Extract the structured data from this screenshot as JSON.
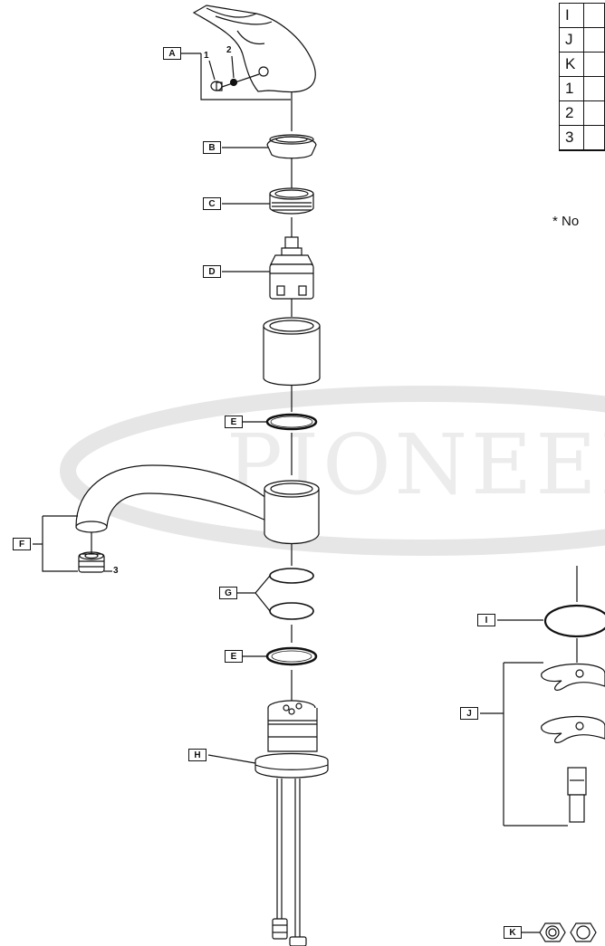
{
  "watermark": "PIONEER",
  "callouts": {
    "A": "A",
    "B": "B",
    "C": "C",
    "D": "D",
    "E1": "E",
    "F": "F",
    "G": "G",
    "E2": "E",
    "H": "H",
    "I": "I",
    "J": "J",
    "K": "K"
  },
  "sub_numbers": {
    "n1": "1",
    "n2": "2",
    "n3": "3"
  },
  "parts_table": {
    "rows": [
      {
        "id": "I",
        "desc": ""
      },
      {
        "id": "J",
        "desc": ""
      },
      {
        "id": "K",
        "desc": ""
      },
      {
        "id": "1",
        "desc": ""
      },
      {
        "id": "2",
        "desc": ""
      },
      {
        "id": "3",
        "desc": ""
      }
    ]
  },
  "note": "* No"
}
